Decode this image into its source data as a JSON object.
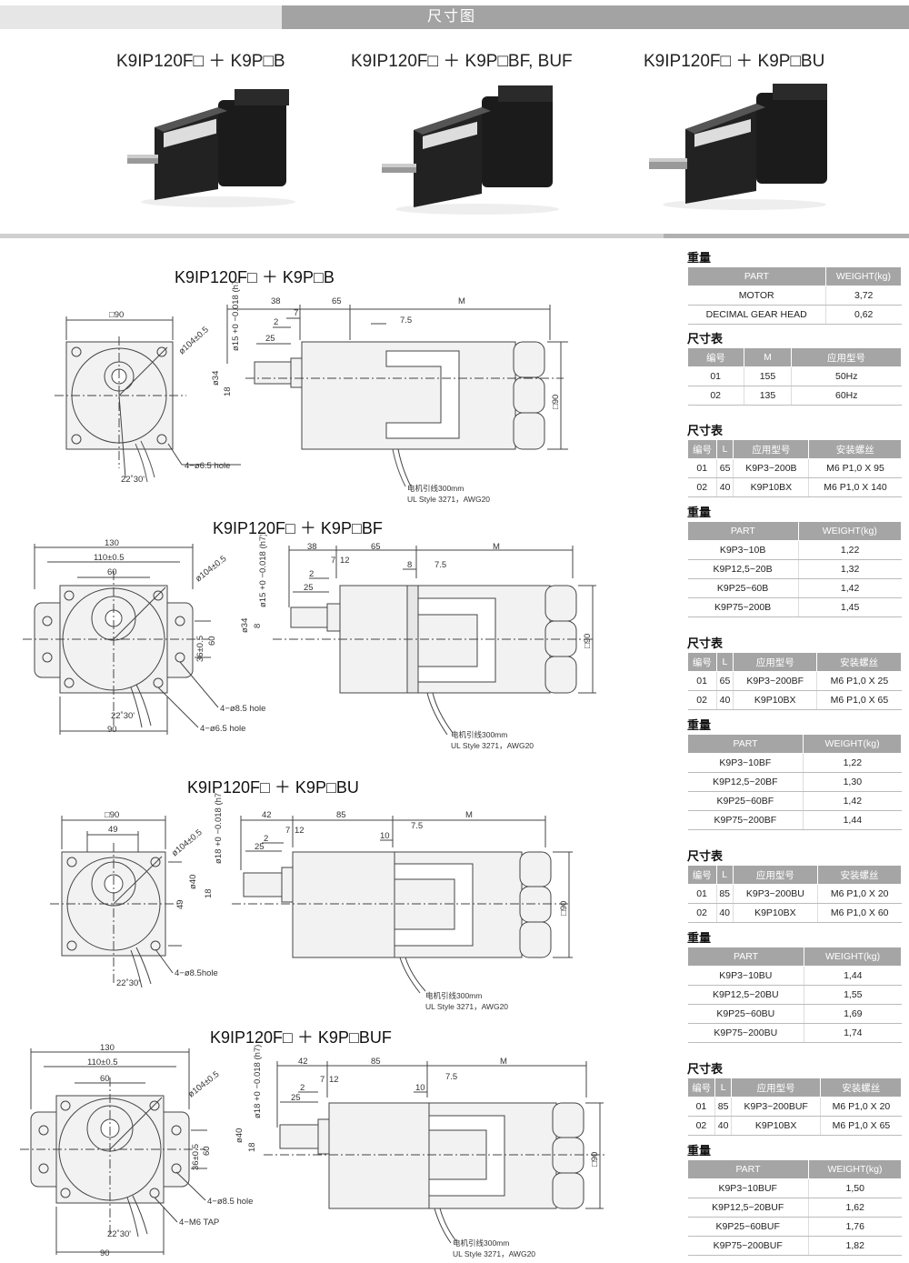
{
  "header": {
    "title": "尺寸图"
  },
  "photos": [
    {
      "title": "K9IP120F□ ＋ K9P□B"
    },
    {
      "title": "K9IP120F□ ＋ K9P□BF, BUF"
    },
    {
      "title": "K9IP120F□ ＋ K9P□BU"
    }
  ],
  "drawings": [
    {
      "title": "K9IP120F□ ＋ K9P□B",
      "front": {
        "square": "□90",
        "circle": "ø104±0.5",
        "angle": "22˚30'",
        "hole": "4−ø6.5 hole"
      },
      "side": {
        "d1": "38",
        "d2": "65",
        "m": "M",
        "d3": "7",
        "d4": "2",
        "d5": "25",
        "d6": "7.5",
        "shaft": "ø15 +0 −0.018 (h7)",
        "dia": "ø34",
        "d7": "18",
        "sq": "□90",
        "cable1": "电机引线300mm",
        "cable2": "UL Style 3271，AWG20"
      }
    },
    {
      "title": "K9IP120F□ ＋ K9P□BF",
      "front": {
        "w1": "130",
        "w2": "110±0.5",
        "w3": "60",
        "circle": "ø104±0.5",
        "h1": "36±0.5",
        "h2": "60",
        "hole1": "4−ø8.5 hole",
        "hole2": "4−ø6.5 hole",
        "angle": "22˚30'",
        "w4": "90"
      },
      "side": {
        "d1": "38",
        "d2": "65",
        "m": "M",
        "d3": "7",
        "d4": "12",
        "d5": "2",
        "d6": "25",
        "d7": "8",
        "d8": "7.5",
        "shaft": "ø15 +0 −0.018 (h7)",
        "dia": "ø34",
        "d9": "8",
        "sq": "□90",
        "cable1": "电机引线300mm",
        "cable2": "UL Style 3271，AWG20"
      }
    },
    {
      "title": "K9IP120F□ ＋ K9P□BU",
      "front": {
        "square": "□90",
        "w1": "49",
        "circle": "ø104±0.5",
        "h1": "49",
        "hole": "4−ø8.5hole",
        "angle": "22˚30'"
      },
      "side": {
        "d1": "42",
        "d2": "85",
        "m": "M",
        "d3": "7",
        "d4": "12",
        "d5": "2",
        "d6": "25",
        "d7": "10",
        "d8": "7.5",
        "shaft": "ø18 +0 −0.018 (h7)",
        "dia": "ø40",
        "d9": "18",
        "sq": "□90",
        "cable1": "电机引线300mm",
        "cable2": "UL Style 3271，AWG20"
      }
    },
    {
      "title": "K9IP120F□ ＋ K9P□BUF",
      "front": {
        "w1": "130",
        "w2": "110±0.5",
        "w3": "60",
        "circle": "ø104±0.5",
        "h1": "36±0.5",
        "h2": "60",
        "hole1": "4−ø8.5 hole",
        "hole2": "4−M6 TAP",
        "angle": "22˚30'",
        "w4": "90"
      },
      "side": {
        "d1": "42",
        "d2": "85",
        "m": "M",
        "d3": "7",
        "d4": "12",
        "d5": "2",
        "d6": "25",
        "d7": "10",
        "d8": "7.5",
        "shaft": "ø18 +0 −0.018 (h7)",
        "dia": "ø40",
        "d9": "18",
        "sq": "□90",
        "cable1": "电机引线300mm",
        "cable2": "UL Style 3271，AWG20"
      }
    }
  ],
  "tables": {
    "weight1": {
      "title": "重量",
      "headers": [
        "PART",
        "WEIGHT(kg)"
      ],
      "rows": [
        [
          "MOTOR",
          "3,72"
        ],
        [
          "DECIMAL GEAR HEAD",
          "0,62"
        ]
      ]
    },
    "dim1": {
      "title": "尺寸表",
      "headers": [
        "编号",
        "M",
        "应用型号"
      ],
      "rows": [
        [
          "01",
          "155",
          "50Hz"
        ],
        [
          "02",
          "135",
          "60Hz"
        ]
      ]
    },
    "dim2": {
      "title": "尺寸表",
      "headers": [
        "编号",
        "L",
        "应用型号",
        "安装螺丝"
      ],
      "rows": [
        [
          "01",
          "65",
          "K9P3~200B",
          "M6 P1,0 X 95"
        ],
        [
          "02",
          "40",
          "K9P10BX",
          "M6 P1,0 X 140"
        ]
      ]
    },
    "weight2": {
      "title": "重量",
      "headers": [
        "PART",
        "WEIGHT(kg)"
      ],
      "rows": [
        [
          "K9P3~10B",
          "1,22"
        ],
        [
          "K9P12,5~20B",
          "1,32"
        ],
        [
          "K9P25~60B",
          "1,42"
        ],
        [
          "K9P75~200B",
          "1,45"
        ]
      ]
    },
    "dim3": {
      "title": "尺寸表",
      "headers": [
        "编号",
        "L",
        "应用型号",
        "安装螺丝"
      ],
      "rows": [
        [
          "01",
          "65",
          "K9P3~200BF",
          "M6 P1,0 X 25"
        ],
        [
          "02",
          "40",
          "K9P10BX",
          "M6 P1,0 X 65"
        ]
      ]
    },
    "weight3": {
      "title": "重量",
      "headers": [
        "PART",
        "WEIGHT(kg)"
      ],
      "rows": [
        [
          "K9P3~10BF",
          "1,22"
        ],
        [
          "K9P12,5~20BF",
          "1,30"
        ],
        [
          "K9P25~60BF",
          "1,42"
        ],
        [
          "K9P75~200BF",
          "1,44"
        ]
      ]
    },
    "dim4": {
      "title": "尺寸表",
      "headers": [
        "编号",
        "L",
        "应用型号",
        "安装螺丝"
      ],
      "rows": [
        [
          "01",
          "85",
          "K9P3~200BU",
          "M6 P1,0 X 20"
        ],
        [
          "02",
          "40",
          "K9P10BX",
          "M6 P1,0 X 60"
        ]
      ]
    },
    "weight4": {
      "title": "重量",
      "headers": [
        "PART",
        "WEIGHT(kg)"
      ],
      "rows": [
        [
          "K9P3~10BU",
          "1,44"
        ],
        [
          "K9P12,5~20BU",
          "1,55"
        ],
        [
          "K9P25~60BU",
          "1,69"
        ],
        [
          "K9P75~200BU",
          "1,74"
        ]
      ]
    },
    "dim5": {
      "title": "尺寸表",
      "headers": [
        "编号",
        "L",
        "应用型号",
        "安装螺丝"
      ],
      "rows": [
        [
          "01",
          "85",
          "K9P3~200BUF",
          "M6 P1,0 X 20"
        ],
        [
          "02",
          "40",
          "K9P10BX",
          "M6 P1,0 X 65"
        ]
      ]
    },
    "weight5": {
      "title": "重量",
      "headers": [
        "PART",
        "WEIGHT(kg)"
      ],
      "rows": [
        [
          "K9P3~10BUF",
          "1,50"
        ],
        [
          "K9P12,5~20BUF",
          "1,62"
        ],
        [
          "K9P25~60BUF",
          "1,76"
        ],
        [
          "K9P75~200BUF",
          "1,82"
        ]
      ]
    }
  }
}
